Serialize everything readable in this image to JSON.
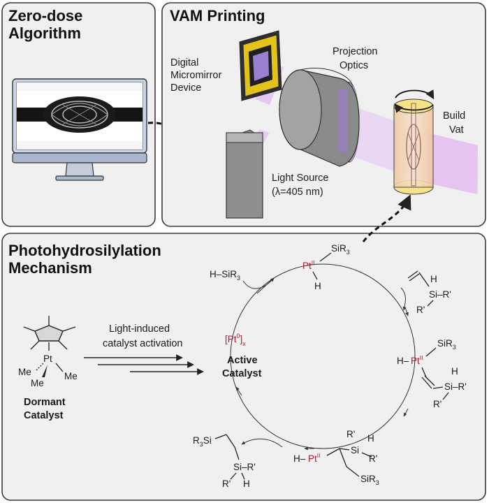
{
  "panels": {
    "zero_dose": {
      "title_line1": "Zero-dose",
      "title_line2": "Algorithm"
    },
    "vam": {
      "title": "VAM Printing",
      "dmd_line1": "Digital",
      "dmd_line2": "Micromirror",
      "dmd_line3": "Device",
      "optics_line1": "Projection",
      "optics_line2": "Optics",
      "vat_line1": "Build",
      "vat_line2": "Vat",
      "light_line1": "Light Source",
      "light_line2": "(λ=405 nm)"
    },
    "mechanism": {
      "title_line1": "Photohydrosilylation",
      "title_line2": "Mechanism",
      "activation_line1": "Light-induced",
      "activation_line2": "catalyst activation",
      "dormant_line1": "Dormant",
      "dormant_line2": "Catalyst",
      "active_line1": "Active",
      "active_line2": "Catalyst"
    }
  },
  "chemistry": {
    "me": "Me",
    "pt": "Pt",
    "pt0_main": "[Pt",
    "pt0_sup": "0",
    "pt0_close": "]",
    "pt0_sub": "x",
    "ptII_main": "Pt",
    "ptII_sup": "II",
    "sir3": "SiR",
    "r3": "3",
    "r3si": "R",
    "si": "Si",
    "h": "H",
    "r_prime": "R'",
    "h_sir3": "H–SiR",
    "dash": "–",
    "h_dash": "H–",
    "si_rprime": "Si–R'"
  },
  "colors": {
    "accent_red": "#b0172d",
    "light_beam": "#d8a8f0",
    "dmd_yellow": "#e3c21a",
    "vat_fill": "#f4d3b0"
  }
}
